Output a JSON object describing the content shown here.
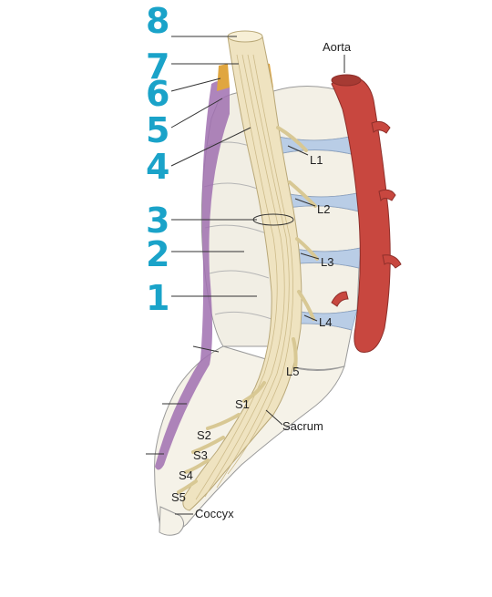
{
  "colors": {
    "number": "#1aa3c9",
    "aorta": "#c8473f",
    "cord": "#efe3c0",
    "bone": "#f3f0e6",
    "disc": "#b9cde6",
    "dura": "#a070b0",
    "fat": "#e0a640"
  },
  "numbers": [
    "8",
    "7",
    "6",
    "5",
    "4",
    "3",
    "2",
    "1"
  ],
  "labels": {
    "aorta": "Aorta",
    "l1": "L1",
    "l2": "L2",
    "l3": "L3",
    "l4": "L4",
    "l5": "L5",
    "s1": "S1",
    "s2": "S2",
    "s3": "S3",
    "s4": "S4",
    "s5": "S5",
    "sacrum": "Sacrum",
    "coccyx": "Coccyx"
  }
}
